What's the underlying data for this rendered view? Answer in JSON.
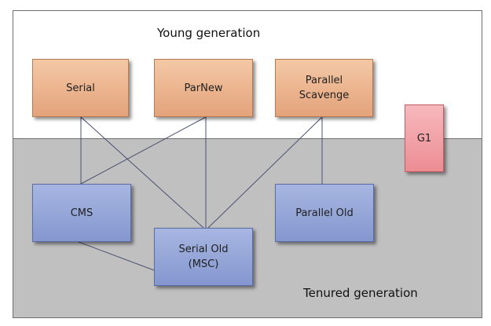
{
  "diagram": {
    "regions": {
      "young": {
        "label": "Young generation"
      },
      "tenured": {
        "label": "Tenured generation"
      }
    },
    "collectors": {
      "serial": {
        "label": "Serial",
        "region": "young"
      },
      "parnew": {
        "label": "ParNew",
        "region": "young"
      },
      "parallel_scavenge": {
        "label": "Parallel\nScavenge",
        "region": "young"
      },
      "cms": {
        "label": "CMS",
        "region": "tenured"
      },
      "serial_old": {
        "label": "Serial Old\n(MSC)",
        "region": "tenured"
      },
      "parallel_old": {
        "label": "Parallel Old",
        "region": "tenured"
      },
      "g1": {
        "label": "G1",
        "region": "both"
      }
    },
    "connections": [
      {
        "from": "serial",
        "to": "cms"
      },
      {
        "from": "serial",
        "to": "serial_old"
      },
      {
        "from": "parnew",
        "to": "cms"
      },
      {
        "from": "parnew",
        "to": "serial_old"
      },
      {
        "from": "parallel_scavenge",
        "to": "serial_old"
      },
      {
        "from": "parallel_scavenge",
        "to": "parallel_old"
      },
      {
        "from": "cms",
        "to": "serial_old"
      }
    ],
    "colors": {
      "young_box": "#e8ab84",
      "old_box": "#8e9fd3",
      "g1_box": "#f0a0a6",
      "tenured_background": "#c0c0c0",
      "connector": "#4a5070"
    }
  }
}
